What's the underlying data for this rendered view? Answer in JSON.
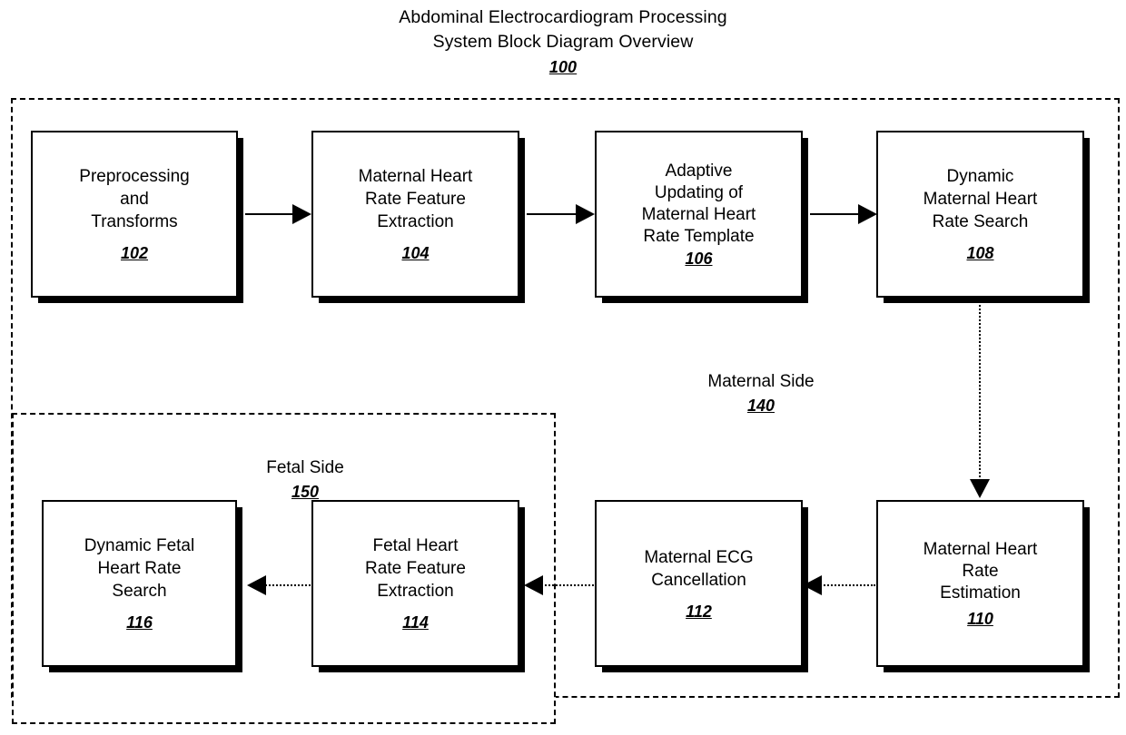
{
  "figure": {
    "title_line1": "Abdominal Electrocardiogram Processing",
    "title_line2": "System Block Diagram Overview",
    "title_ref": "100"
  },
  "groups": [
    {
      "name": "maternal-side",
      "label": "Maternal Side",
      "ref": "140"
    },
    {
      "name": "fetal-side",
      "label": "Fetal Side",
      "ref": "150"
    }
  ],
  "blocks": {
    "b102": {
      "text": "Preprocessing\nand\nTransforms",
      "ref": "102"
    },
    "b104": {
      "text": "Maternal Heart\nRate Feature\nExtraction",
      "ref": "104"
    },
    "b106": {
      "text": "Adaptive\nUpdating of\nMaternal Heart\nRate Template",
      "ref": "106"
    },
    "b108": {
      "text": "Dynamic\nMaternal Heart\nRate Search",
      "ref": "108"
    },
    "b110": {
      "text": "Maternal Heart\nRate\nEstimation",
      "ref": "110"
    },
    "b112": {
      "text": "Maternal ECG\nCancellation",
      "ref": "112"
    },
    "b114": {
      "text": "Fetal Heart\nRate Feature\nExtraction",
      "ref": "114"
    },
    "b116": {
      "text": "Dynamic Fetal\nHeart Rate\nSearch",
      "ref": "116"
    }
  },
  "connectors": [
    {
      "name": "arrow-102-to-104",
      "from": "102",
      "to": "104",
      "style": "solid",
      "direction": "right"
    },
    {
      "name": "arrow-104-to-106",
      "from": "104",
      "to": "106",
      "style": "solid",
      "direction": "right"
    },
    {
      "name": "arrow-106-to-108",
      "from": "106",
      "to": "108",
      "style": "solid",
      "direction": "right"
    },
    {
      "name": "arrow-108-to-110",
      "from": "108",
      "to": "110",
      "style": "dotted",
      "direction": "down"
    },
    {
      "name": "arrow-110-to-112",
      "from": "110",
      "to": "112",
      "style": "dotted",
      "direction": "left"
    },
    {
      "name": "arrow-112-to-114",
      "from": "112",
      "to": "114",
      "style": "dotted",
      "direction": "left"
    },
    {
      "name": "arrow-114-to-116",
      "from": "114",
      "to": "116",
      "style": "dotted",
      "direction": "left"
    }
  ],
  "colors": {
    "ink": "#000000",
    "paper": "#ffffff"
  }
}
